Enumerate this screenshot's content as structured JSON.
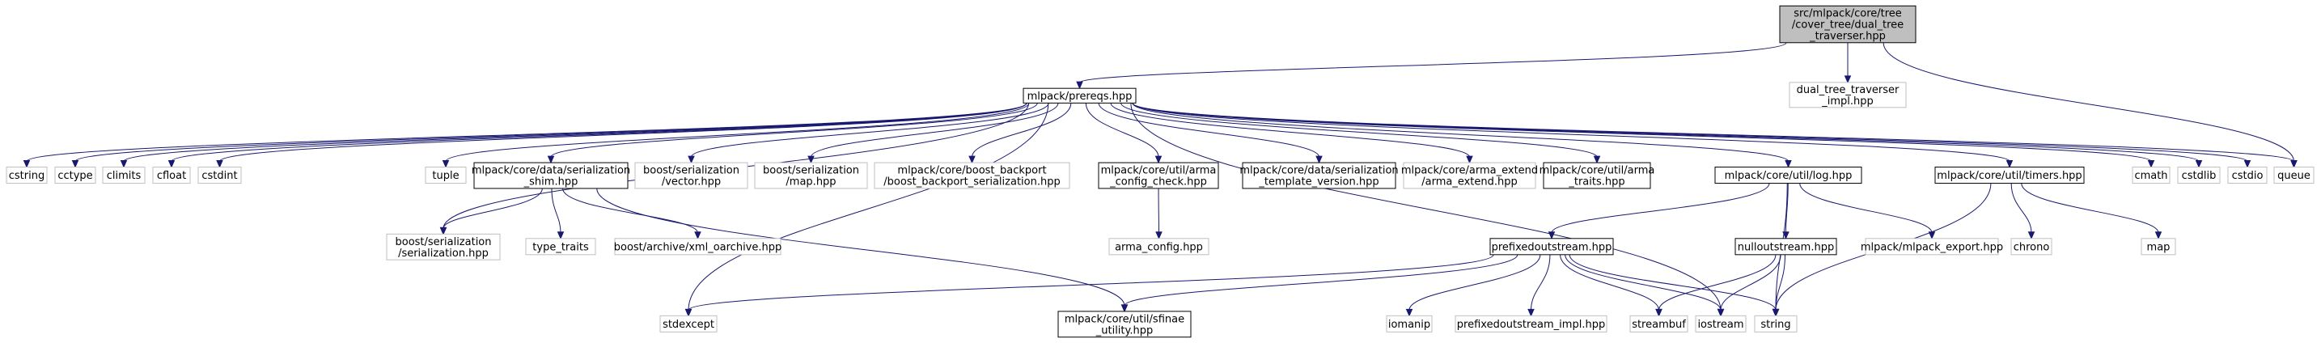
{
  "colors": {
    "root_fill": "#bfbfbf",
    "internal_fill": "#ffffff",
    "internal_border": "#000000",
    "leaf_fill": "#ffffff",
    "leaf_border": "#bfbfbf",
    "edge": "#191970",
    "background": "#ffffff"
  },
  "nodes": [
    {
      "id": "root",
      "kind": "root",
      "lines": [
        "src/mlpack/core/tree",
        "/cover_tree/dual_tree",
        "_traverser.hpp"
      ]
    },
    {
      "id": "prereqs",
      "kind": "internal",
      "lines": [
        "mlpack/prereqs.hpp"
      ]
    },
    {
      "id": "dtt_impl",
      "kind": "leaf",
      "lines": [
        "dual_tree_traverser",
        "_impl.hpp"
      ]
    },
    {
      "id": "cstring",
      "kind": "leaf",
      "lines": [
        "cstring"
      ]
    },
    {
      "id": "cctype",
      "kind": "leaf",
      "lines": [
        "cctype"
      ]
    },
    {
      "id": "climits",
      "kind": "leaf",
      "lines": [
        "climits"
      ]
    },
    {
      "id": "cfloat",
      "kind": "leaf",
      "lines": [
        "cfloat"
      ]
    },
    {
      "id": "cstdint",
      "kind": "leaf",
      "lines": [
        "cstdint"
      ]
    },
    {
      "id": "tuple",
      "kind": "leaf",
      "lines": [
        "tuple"
      ]
    },
    {
      "id": "ser_shim",
      "kind": "internal",
      "lines": [
        "mlpack/core/data/serialization",
        "_shim.hpp"
      ]
    },
    {
      "id": "boost_vector",
      "kind": "leaf",
      "lines": [
        "boost/serialization",
        "/vector.hpp"
      ]
    },
    {
      "id": "boost_map",
      "kind": "leaf",
      "lines": [
        "boost/serialization",
        "/map.hpp"
      ]
    },
    {
      "id": "boost_backport",
      "kind": "leaf",
      "lines": [
        "mlpack/core/boost_backport",
        "/boost_backport_serialization.hpp"
      ]
    },
    {
      "id": "arma_config_check",
      "kind": "internal",
      "lines": [
        "mlpack/core/util/arma",
        "_config_check.hpp"
      ]
    },
    {
      "id": "ser_template",
      "kind": "internal",
      "lines": [
        "mlpack/core/data/serialization",
        "_template_version.hpp"
      ]
    },
    {
      "id": "arma_extend",
      "kind": "leaf",
      "lines": [
        "mlpack/core/arma_extend",
        "/arma_extend.hpp"
      ]
    },
    {
      "id": "arma_traits",
      "kind": "internal",
      "lines": [
        "mlpack/core/util/arma",
        "_traits.hpp"
      ]
    },
    {
      "id": "log",
      "kind": "internal",
      "lines": [
        "mlpack/core/util/log.hpp"
      ]
    },
    {
      "id": "timers",
      "kind": "internal",
      "lines": [
        "mlpack/core/util/timers.hpp"
      ]
    },
    {
      "id": "cmath",
      "kind": "leaf",
      "lines": [
        "cmath"
      ]
    },
    {
      "id": "cstdlib",
      "kind": "leaf",
      "lines": [
        "cstdlib"
      ]
    },
    {
      "id": "cstdio",
      "kind": "leaf",
      "lines": [
        "cstdio"
      ]
    },
    {
      "id": "queue",
      "kind": "leaf",
      "lines": [
        "queue"
      ]
    },
    {
      "id": "boost_serialization",
      "kind": "leaf",
      "lines": [
        "boost/serialization",
        "/serialization.hpp"
      ]
    },
    {
      "id": "type_traits",
      "kind": "leaf",
      "lines": [
        "type_traits"
      ]
    },
    {
      "id": "xml_oarchive",
      "kind": "leaf",
      "lines": [
        "boost/archive/xml_oarchive.hpp"
      ]
    },
    {
      "id": "arma_config",
      "kind": "leaf",
      "lines": [
        "arma_config.hpp"
      ]
    },
    {
      "id": "prefixed",
      "kind": "internal",
      "lines": [
        "prefixedoutstream.hpp"
      ]
    },
    {
      "id": "nullout",
      "kind": "internal",
      "lines": [
        "nulloutstream.hpp"
      ]
    },
    {
      "id": "mlpack_export",
      "kind": "leaf",
      "lines": [
        "mlpack/mlpack_export.hpp"
      ]
    },
    {
      "id": "chrono",
      "kind": "leaf",
      "lines": [
        "chrono"
      ]
    },
    {
      "id": "map",
      "kind": "leaf",
      "lines": [
        "map"
      ]
    },
    {
      "id": "stdexcept",
      "kind": "leaf",
      "lines": [
        "stdexcept"
      ]
    },
    {
      "id": "sfinae",
      "kind": "internal",
      "lines": [
        "mlpack/core/util/sfinae",
        "_utility.hpp"
      ]
    },
    {
      "id": "iomanip",
      "kind": "leaf",
      "lines": [
        "iomanip"
      ]
    },
    {
      "id": "prefixed_impl",
      "kind": "leaf",
      "lines": [
        "prefixedoutstream_impl.hpp"
      ]
    },
    {
      "id": "streambuf",
      "kind": "leaf",
      "lines": [
        "streambuf"
      ]
    },
    {
      "id": "iostream",
      "kind": "leaf",
      "lines": [
        "iostream"
      ]
    },
    {
      "id": "string",
      "kind": "leaf",
      "lines": [
        "string"
      ]
    }
  ],
  "edges": [
    [
      "root",
      "prereqs"
    ],
    [
      "root",
      "dtt_impl"
    ],
    [
      "root",
      "queue"
    ],
    [
      "prereqs",
      "cstring"
    ],
    [
      "prereqs",
      "cctype"
    ],
    [
      "prereqs",
      "climits"
    ],
    [
      "prereqs",
      "cfloat"
    ],
    [
      "prereqs",
      "cstdint"
    ],
    [
      "prereqs",
      "stdexcept"
    ],
    [
      "prereqs",
      "tuple"
    ],
    [
      "prereqs",
      "boost_serialization"
    ],
    [
      "prereqs",
      "ser_shim"
    ],
    [
      "prereqs",
      "boost_vector"
    ],
    [
      "prereqs",
      "boost_map"
    ],
    [
      "prereqs",
      "boost_backport"
    ],
    [
      "prereqs",
      "arma_config_check"
    ],
    [
      "prereqs",
      "ser_template"
    ],
    [
      "prereqs",
      "arma_extend"
    ],
    [
      "prereqs",
      "arma_traits"
    ],
    [
      "prereqs",
      "log"
    ],
    [
      "prereqs",
      "timers"
    ],
    [
      "prereqs",
      "iostream"
    ],
    [
      "prereqs",
      "cmath"
    ],
    [
      "prereqs",
      "cstdlib"
    ],
    [
      "prereqs",
      "cstdio"
    ],
    [
      "prereqs",
      "queue"
    ],
    [
      "ser_shim",
      "boost_serialization"
    ],
    [
      "ser_shim",
      "type_traits"
    ],
    [
      "ser_shim",
      "xml_oarchive"
    ],
    [
      "ser_shim",
      "sfinae"
    ],
    [
      "arma_config_check",
      "arma_config"
    ],
    [
      "log",
      "prefixed"
    ],
    [
      "log",
      "nullout"
    ],
    [
      "log",
      "mlpack_export"
    ],
    [
      "log",
      "string"
    ],
    [
      "timers",
      "chrono"
    ],
    [
      "timers",
      "map"
    ],
    [
      "timers",
      "string"
    ],
    [
      "prefixed",
      "stdexcept"
    ],
    [
      "prefixed",
      "sfinae"
    ],
    [
      "prefixed",
      "iomanip"
    ],
    [
      "prefixed",
      "prefixed_impl"
    ],
    [
      "prefixed",
      "streambuf"
    ],
    [
      "prefixed",
      "iostream"
    ],
    [
      "prefixed",
      "string"
    ],
    [
      "nullout",
      "streambuf"
    ],
    [
      "nullout",
      "iostream"
    ],
    [
      "nullout",
      "string"
    ]
  ]
}
